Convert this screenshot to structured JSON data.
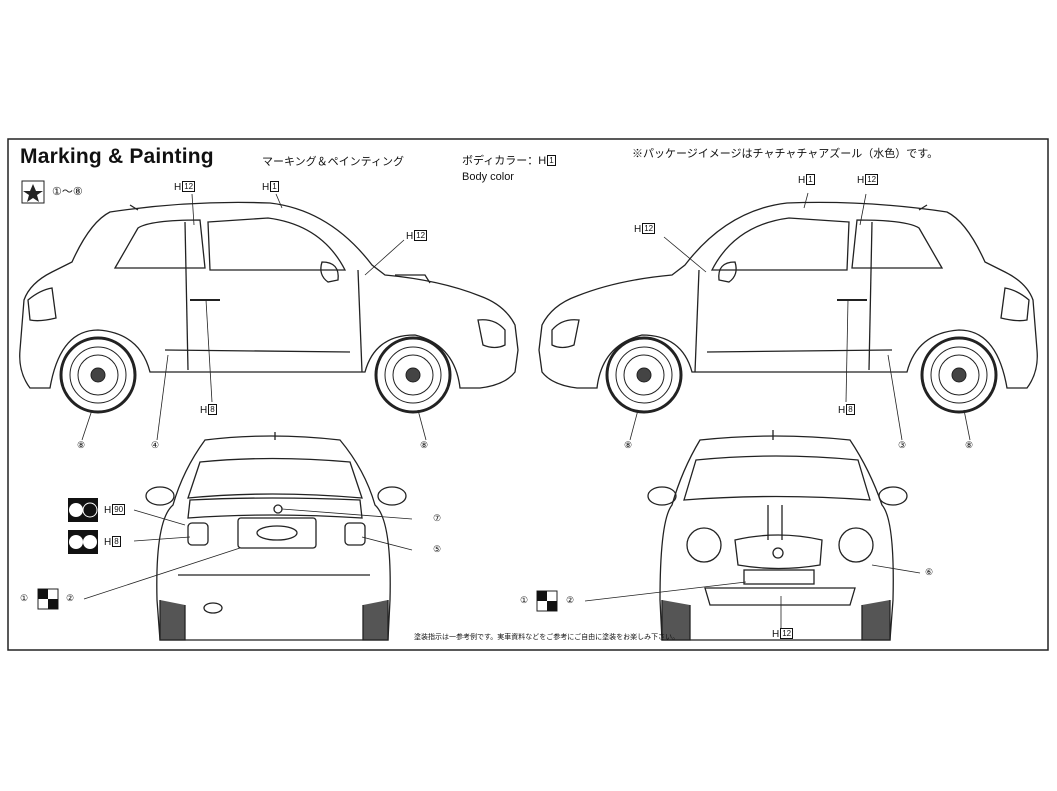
{
  "header": {
    "title": "Marking & Painting",
    "title_jp": "マーキング＆ペインティング",
    "body_color_jp": "ボディカラー：",
    "body_color_code": "H",
    "body_color_num": "1",
    "body_color_en": "Body color",
    "package_note": "※パッケージイメージはチャチャチャアズール（水色）です。"
  },
  "legend": {
    "decal_range": "①～⑧",
    "paint_h90": {
      "prefix": "H",
      "num": "90"
    },
    "paint_h8": {
      "prefix": "H",
      "num": "8"
    }
  },
  "labels": {
    "h12": {
      "prefix": "H",
      "num": "12"
    },
    "h1": {
      "prefix": "H",
      "num": "1"
    },
    "h8": {
      "prefix": "H",
      "num": "8"
    },
    "c1": "①",
    "c2": "②",
    "c3": "③",
    "c4": "④",
    "c5": "⑤",
    "c6": "⑥",
    "c7": "⑦",
    "c8": "⑧"
  },
  "footer": {
    "disclaimer": "塗装指示は一参考例です。実車資料などをご参考にご自由に塗装をお楽しみ下さい。"
  }
}
